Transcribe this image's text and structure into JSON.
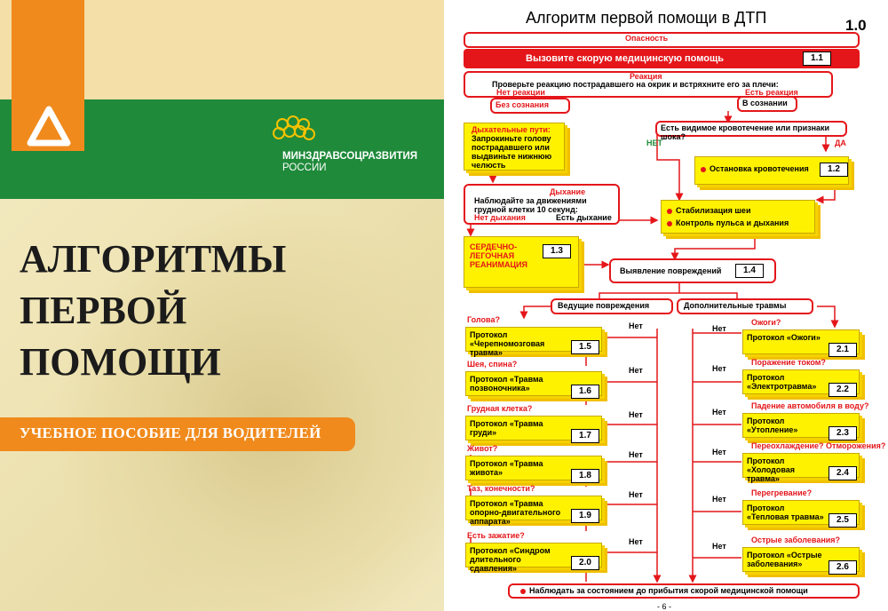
{
  "cover": {
    "ministry_line1": "МИНЗДРАВСОЦРАЗВИТИЯ",
    "ministry_line2": "РОССИИ",
    "title_line1": "АЛГОРИТМЫ",
    "title_line2": "ПЕРВОЙ",
    "title_line3": "ПОМОЩИ",
    "subtitle": "УЧЕБНОЕ ПОСОБИЕ ДЛЯ ВОДИТЕЛЕЙ"
  },
  "flow": {
    "title": "Алгоритм первой помощи в ДТП",
    "page_num": "1.0",
    "danger": "Опасность",
    "call": "Вызовите скорую медицинскую помощь",
    "call_num": "1.1",
    "reaction": "Реакция",
    "reaction_text": "Проверьте реакцию пострадавшего на окрик и встряхните его за плечи:",
    "no_reaction": "Нет реакции",
    "has_reaction": "Есть реакция",
    "unconscious": "Без сознания",
    "conscious": "В сознании",
    "airway_title": "Дыхательные пути:",
    "airway_text": "Запрокиньте голову пострадавшего или выдвиньте нижнюю челюсть",
    "bleeding_q": "Есть видимое кровотечение или признаки шока?",
    "no": "НЕТ",
    "yes": "ДА",
    "stop_bleeding": "Остановка кровотечения",
    "stop_num": "1.2",
    "breathing_title": "Дыхание",
    "breathing_text": "Наблюдайте за движениями грудной клетки 10 секунд:",
    "no_breath": "Нет дыхания",
    "has_breath": "Есть дыхание",
    "stab_neck": "Стабилизация шеи",
    "control": "Контроль пульса и дыхания",
    "cpr": "СЕРДЕЧНО-ЛЕГОЧНАЯ РЕАНИМАЦИЯ",
    "cpr_num": "1.3",
    "detect": "Выявление повреждений",
    "detect_num": "1.4",
    "leading": "Ведущие повреждения",
    "additional": "Дополнительные травмы",
    "net": "Нет",
    "left_items": [
      {
        "q": "Голова?",
        "p": "Протокол «Черепномозговая травма»",
        "n": "1.5"
      },
      {
        "q": "Шея, спина?",
        "p": "Протокол «Травма позвоночника»",
        "n": "1.6"
      },
      {
        "q": "Грудная клетка?",
        "p": "Протокол «Травма груди»",
        "n": "1.7"
      },
      {
        "q": "Живот?",
        "p": "Протокол «Травма живота»",
        "n": "1.8"
      },
      {
        "q": "Таз, конечности?",
        "p": "Протокол «Травма опорно-двигательного аппарата»",
        "n": "1.9"
      },
      {
        "q": "Есть зажатие?",
        "p": "Протокол «Синдром длительного сдавления»",
        "n": "2.0"
      }
    ],
    "right_items": [
      {
        "q": "Ожоги?",
        "p": "Протокол «Ожоги»",
        "n": "2.1"
      },
      {
        "q": "Поражение током?",
        "p": "Протокол «Электротравма»",
        "n": "2.2"
      },
      {
        "q": "Падение автомобиля в воду?",
        "p": "Протокол «Утопление»",
        "n": "2.3"
      },
      {
        "q": "Переохлаждение? Отморожения?",
        "p": "Протокол «Холодовая травма»",
        "n": "2.4"
      },
      {
        "q": "Перегревание?",
        "p": "Протокол «Тепловая травма»",
        "n": "2.5"
      },
      {
        "q": "Острые заболевания?",
        "p": "Протокол «Острые заболевания»",
        "n": "2.6"
      }
    ],
    "observe": "Наблюдать за состоянием до прибытия скорой медицинской помощи",
    "page_footer": "- 6 -"
  }
}
